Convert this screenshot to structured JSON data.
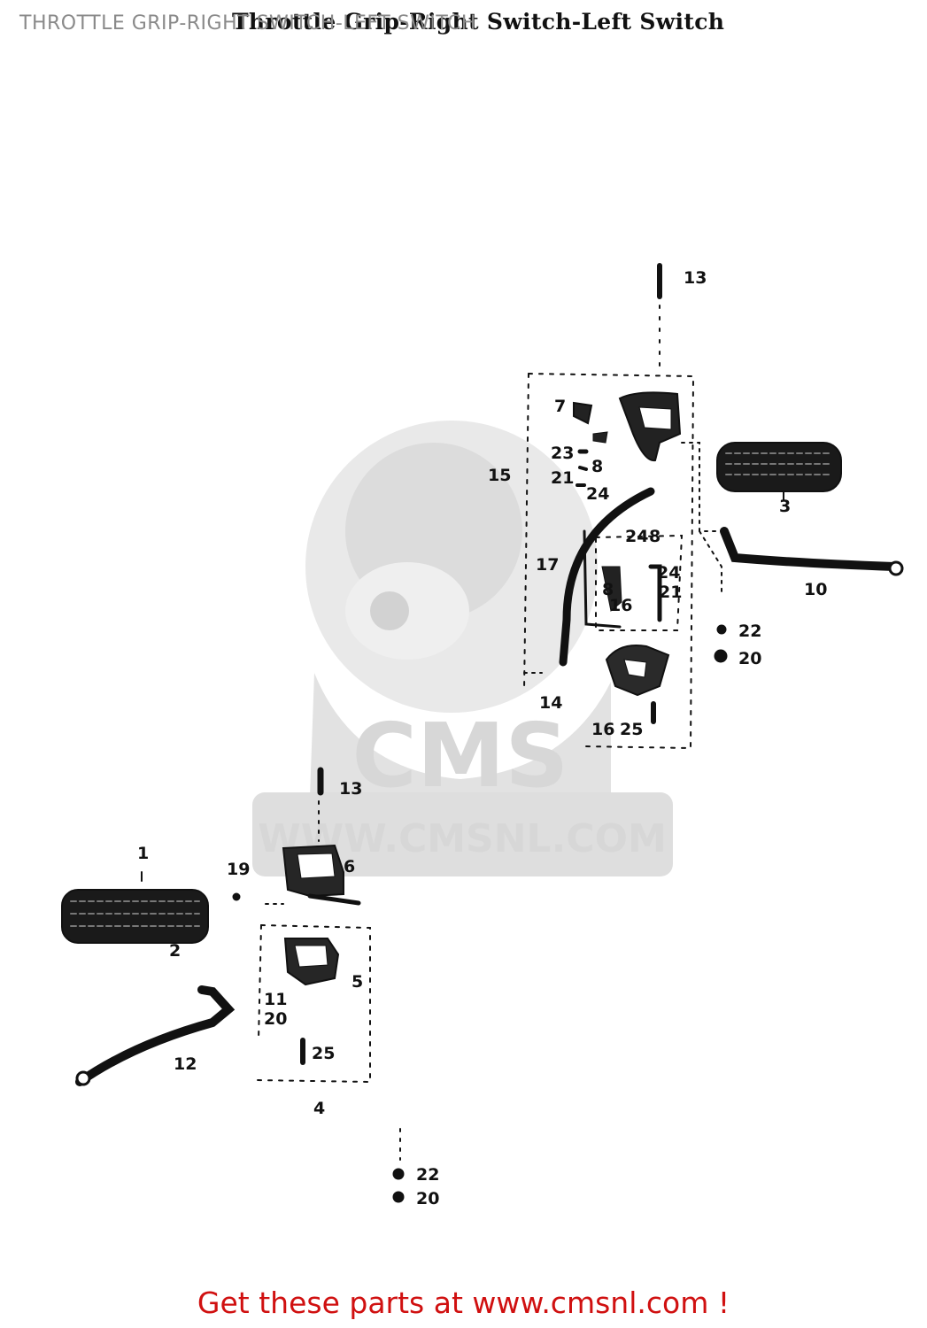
{
  "header": {
    "overlay_title": "THROTTLE GRIP-RIGHT SWITCH-LEFT SWITCH",
    "diagram_title": "Throttle Grip-Right Switch-Left Switch"
  },
  "watermark": {
    "brand": "CMS",
    "url": "WWW.CMSNL.COM"
  },
  "callouts": [
    {
      "id": "c13a",
      "text": "13"
    },
    {
      "id": "c7",
      "text": "7"
    },
    {
      "id": "c23",
      "text": "23"
    },
    {
      "id": "c8a",
      "text": "8"
    },
    {
      "id": "c21a",
      "text": "21"
    },
    {
      "id": "c24a",
      "text": "24"
    },
    {
      "id": "c15",
      "text": "15"
    },
    {
      "id": "c3",
      "text": "3"
    },
    {
      "id": "c24b",
      "text": "24"
    },
    {
      "id": "c8b",
      "text": "8"
    },
    {
      "id": "c17",
      "text": "17"
    },
    {
      "id": "c8c",
      "text": "8"
    },
    {
      "id": "c24c",
      "text": "24"
    },
    {
      "id": "c21b",
      "text": "21"
    },
    {
      "id": "c16a",
      "text": "16"
    },
    {
      "id": "c10",
      "text": "10"
    },
    {
      "id": "c22a",
      "text": "22"
    },
    {
      "id": "c20a",
      "text": "20"
    },
    {
      "id": "c14",
      "text": "14"
    },
    {
      "id": "c16b",
      "text": "16"
    },
    {
      "id": "c25a",
      "text": "25"
    },
    {
      "id": "c13b",
      "text": "13"
    },
    {
      "id": "c1",
      "text": "1"
    },
    {
      "id": "c19",
      "text": "19"
    },
    {
      "id": "c6",
      "text": "6"
    },
    {
      "id": "c2",
      "text": "2"
    },
    {
      "id": "c5",
      "text": "5"
    },
    {
      "id": "c11",
      "text": "11"
    },
    {
      "id": "c20b",
      "text": "20"
    },
    {
      "id": "c25b",
      "text": "25"
    },
    {
      "id": "c12",
      "text": "12"
    },
    {
      "id": "c4",
      "text": "4"
    },
    {
      "id": "c22b",
      "text": "22"
    },
    {
      "id": "c20c",
      "text": "20"
    }
  ],
  "footer": {
    "link_text": "Get these parts at www.cmsnl.com !"
  },
  "colors": {
    "ink": "#111111",
    "watermark": "#d7d7d7",
    "footer": "#d01010",
    "overlay_title": "#8a8a8a"
  }
}
